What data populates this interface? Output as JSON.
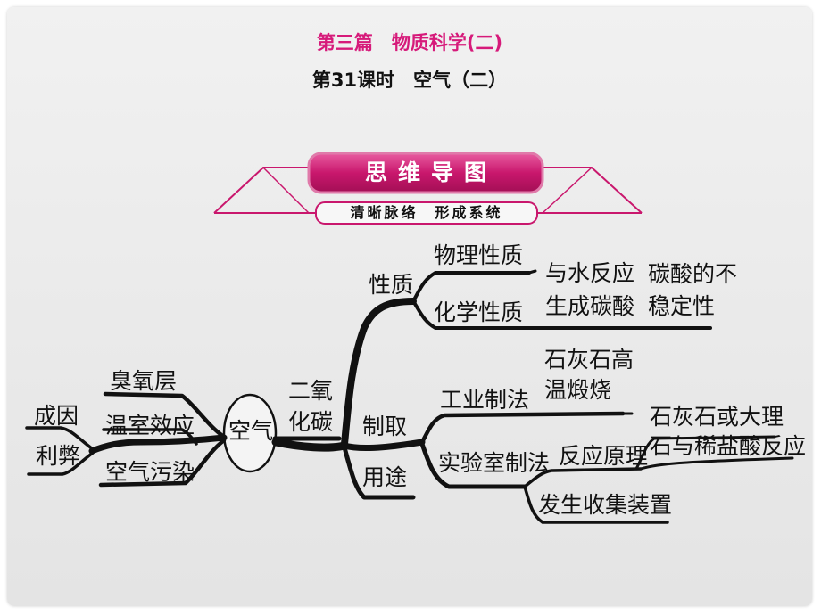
{
  "header": {
    "title": "第三篇　物质科学(二)",
    "lesson": "第31课时　空气（二）"
  },
  "banner": {
    "main": "思维导图",
    "sub": "清晰脉络　形成系统"
  },
  "colors": {
    "header_title": "#d61a7a",
    "banner_fill": "#c9176d",
    "banner_border": "#e07aaa",
    "banner_lines": "#c9176d",
    "branches": "#111111"
  },
  "mindmap": {
    "center": "空气",
    "left": {
      "causes": "成因",
      "pros_cons": "利弊",
      "ozone": "臭氧层",
      "greenhouse": "温室效应",
      "pollution": "空气污染"
    },
    "co2": {
      "label_line1": "二氧",
      "label_line2": "化碳",
      "properties": "性质",
      "physical": "物理性质",
      "chemical": "化学性质",
      "water_reaction": "与水反应",
      "forms_carbonic": "生成碳酸",
      "carbonic_line1": "碳酸的不",
      "carbonic_line2": "稳定性",
      "preparation": "制取",
      "industrial": "工业制法",
      "limestone_line1": "石灰石高",
      "limestone_line2": "温煅烧",
      "laboratory": "实验室制法",
      "principle": "反应原理",
      "materials_line1": "石灰石或大理",
      "materials_line2": "石与稀盐酸反应",
      "apparatus": "发生收集装置",
      "uses": "用途"
    }
  }
}
